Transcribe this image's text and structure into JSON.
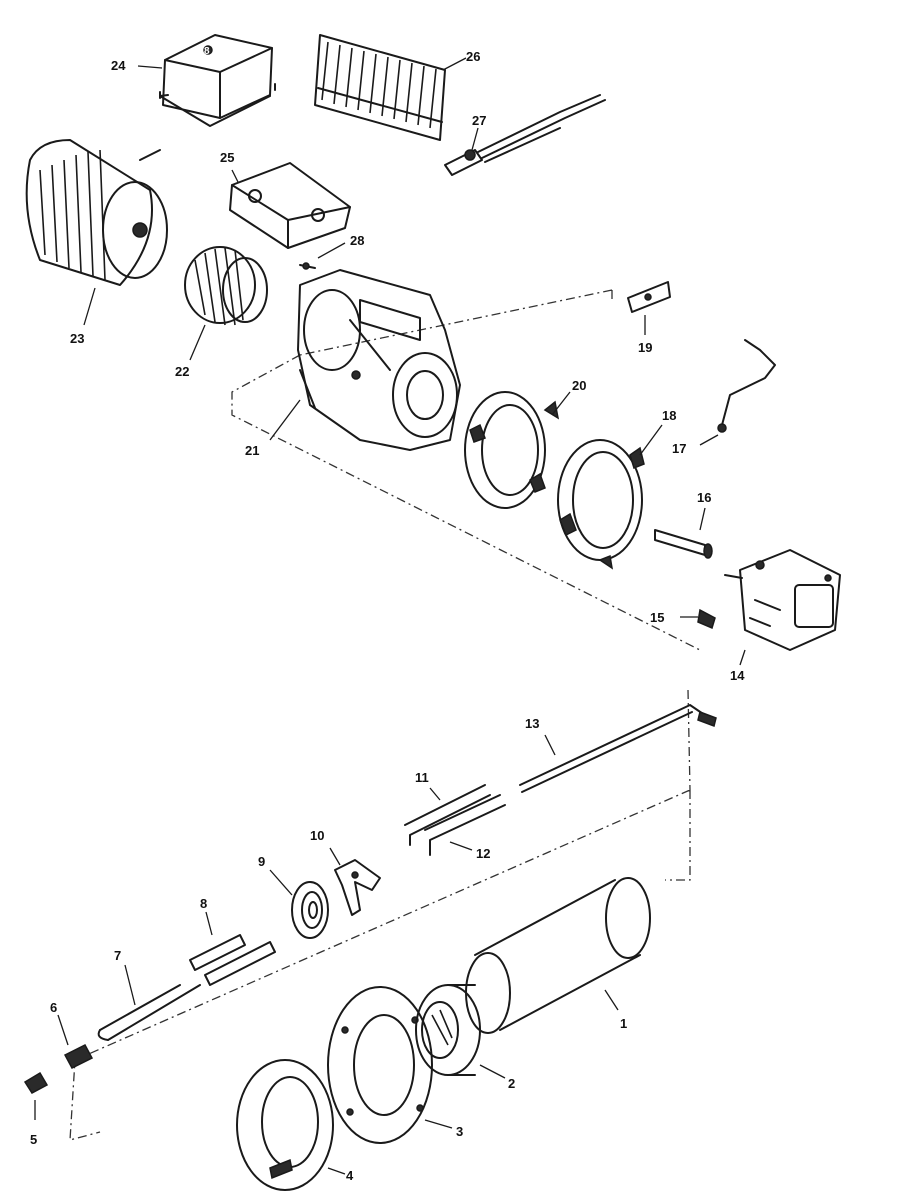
{
  "callouts": {
    "c1": "1",
    "c2": "2",
    "c3": "3",
    "c4": "4",
    "c5": "5",
    "c6": "6",
    "c7": "7",
    "c8": "8",
    "c9": "9",
    "c10": "10",
    "c11": "11",
    "c12": "12",
    "c13": "13",
    "c14": "14",
    "c15": "15",
    "c16": "16",
    "c17": "17",
    "c18": "18",
    "c19": "19",
    "c20": "20",
    "c21": "21",
    "c22": "22",
    "c23": "23",
    "c24": "24",
    "c25": "25",
    "c26": "26",
    "c27": "27",
    "c28": "28"
  },
  "box_mark": "8"
}
